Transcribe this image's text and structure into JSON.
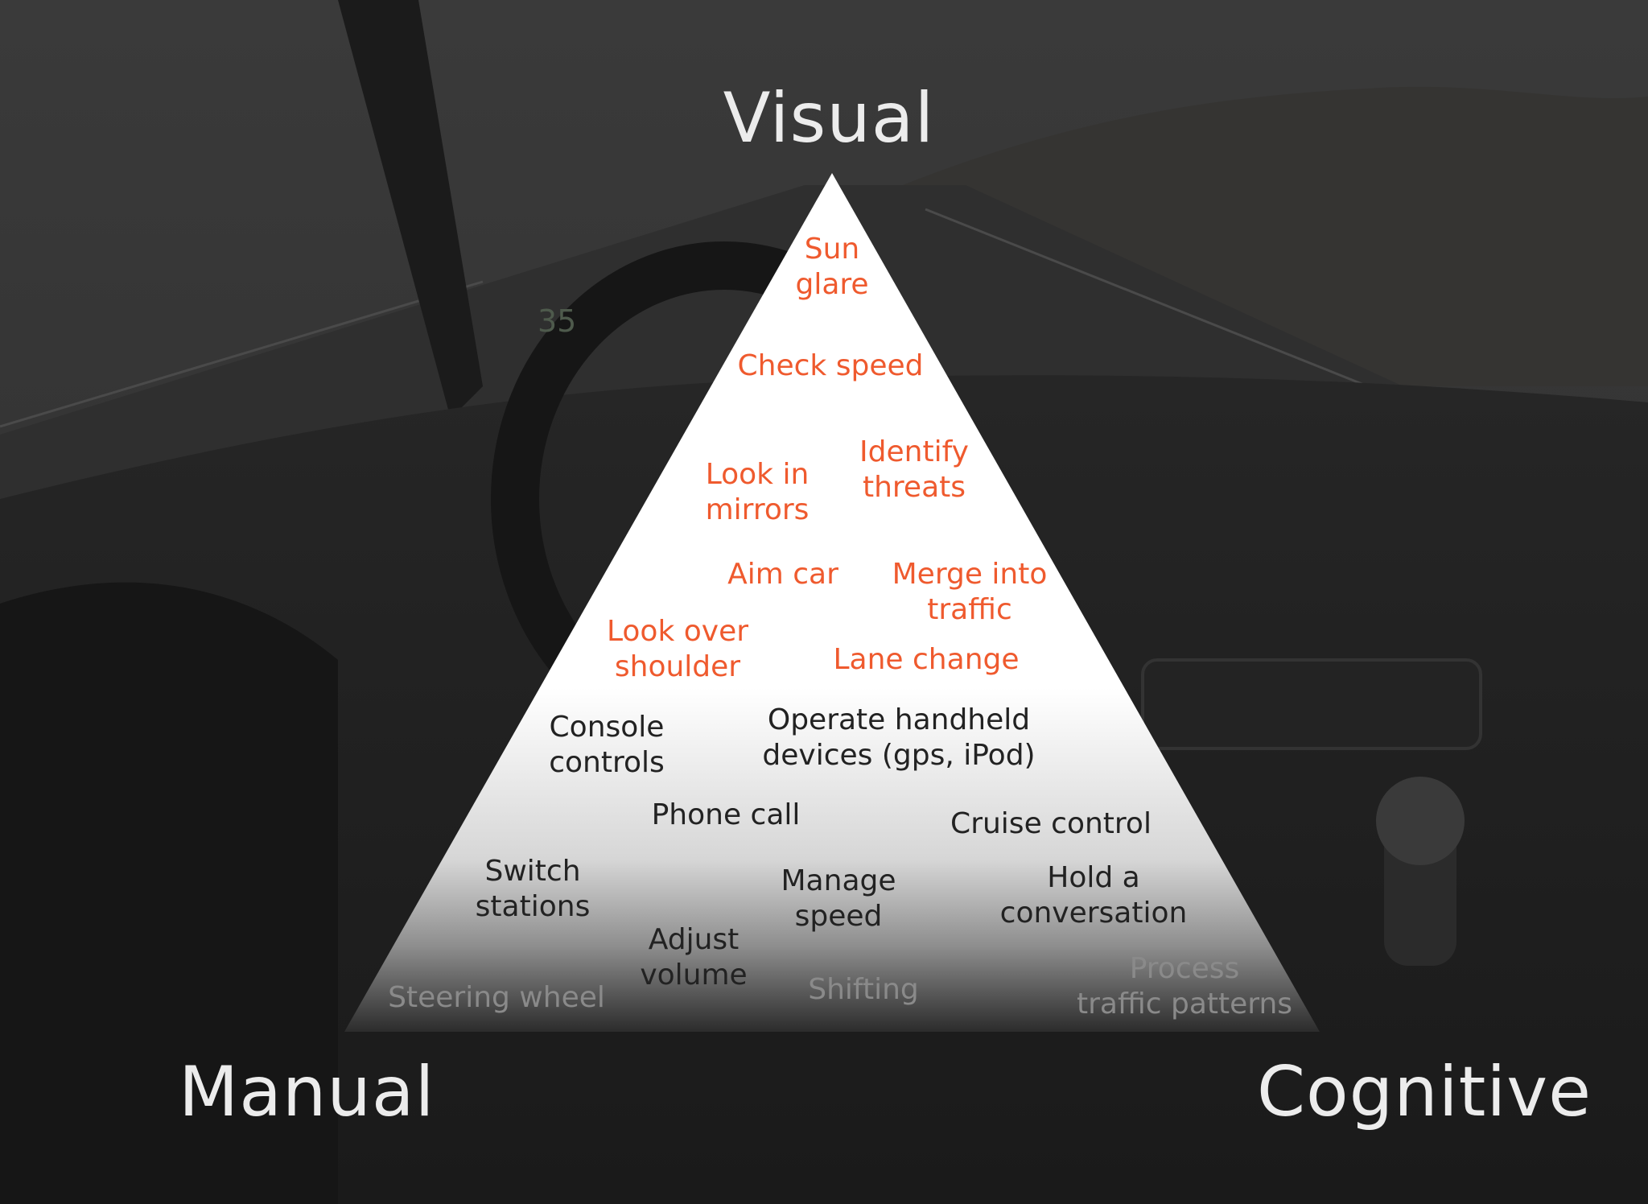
{
  "corners": {
    "top": "Visual",
    "bottom_left": "Manual",
    "bottom_right": "Cognitive"
  },
  "colors": {
    "visual_task": "#ef5a2e",
    "other_task": "#222222",
    "faded_task": "#8a8a8a",
    "corner_label": "#ececec"
  },
  "background": {
    "speedometer": "35"
  },
  "tasks": [
    {
      "id": "sun-glare",
      "text": "Sun\nglare",
      "category": "visual"
    },
    {
      "id": "check-speed",
      "text": "Check speed",
      "category": "visual"
    },
    {
      "id": "look-in-mirrors",
      "text": "Look in\nmirrors",
      "category": "visual"
    },
    {
      "id": "identify-threats",
      "text": "Identify\nthreats",
      "category": "visual"
    },
    {
      "id": "aim-car",
      "text": "Aim car",
      "category": "visual"
    },
    {
      "id": "merge-into-traffic",
      "text": "Merge into\ntraffic",
      "category": "visual"
    },
    {
      "id": "look-over-shoulder",
      "text": "Look over\nshoulder",
      "category": "visual"
    },
    {
      "id": "lane-change",
      "text": "Lane change",
      "category": "visual"
    },
    {
      "id": "console-controls",
      "text": "Console\ncontrols",
      "category": "other"
    },
    {
      "id": "operate-handheld",
      "text": "Operate handheld\ndevices (gps, iPod)",
      "category": "other"
    },
    {
      "id": "phone-call",
      "text": "Phone call",
      "category": "other"
    },
    {
      "id": "cruise-control",
      "text": "Cruise control",
      "category": "other"
    },
    {
      "id": "switch-stations",
      "text": "Switch\nstations",
      "category": "other"
    },
    {
      "id": "manage-speed",
      "text": "Manage\nspeed",
      "category": "other"
    },
    {
      "id": "hold-conversation",
      "text": "Hold a\nconversation",
      "category": "other"
    },
    {
      "id": "adjust-volume",
      "text": "Adjust\nvolume",
      "category": "other"
    },
    {
      "id": "steering-wheel",
      "text": "Steering wheel",
      "category": "faded"
    },
    {
      "id": "shifting",
      "text": "Shifting",
      "category": "faded"
    },
    {
      "id": "process-traffic",
      "text": "Process\ntraffic patterns",
      "category": "faded"
    }
  ]
}
